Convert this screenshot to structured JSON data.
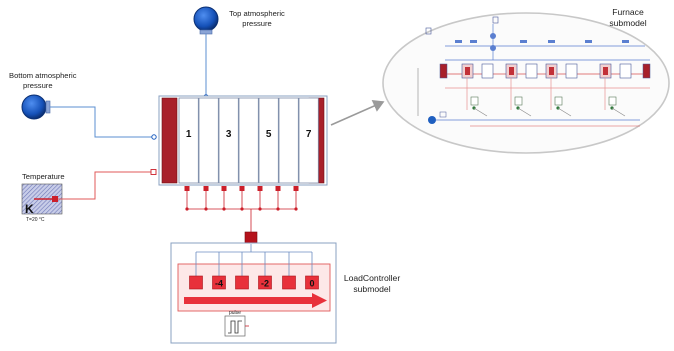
{
  "labels": {
    "top_pressure_line1": "Top atmospheric",
    "top_pressure_line2": "pressure",
    "bottom_pressure_line1": "Bottom atmospheric",
    "bottom_pressure_line2": "pressure",
    "temperature": "Temperature",
    "temp_symbol": "K",
    "temp_value": "T=20 °C",
    "furnace_line1": "Furnace",
    "furnace_line2": "submodel",
    "loadcontroller_line1": "LoadController",
    "loadcontroller_line2": "submodel",
    "pulse": "pulse"
  },
  "furnace_cells": [
    "1",
    "",
    "3",
    "",
    "5",
    "",
    "7"
  ],
  "controller_values": [
    "",
    "-4",
    "",
    "-2",
    "",
    "0"
  ],
  "colors": {
    "pressure_fill": "#1f5fc0",
    "wall_red": "#a8202a",
    "signal_red": "#cc1f2a",
    "pressure_line": "#5b8fd0",
    "temp_line": "#e05a5a",
    "frame": "#8aa0c0"
  }
}
